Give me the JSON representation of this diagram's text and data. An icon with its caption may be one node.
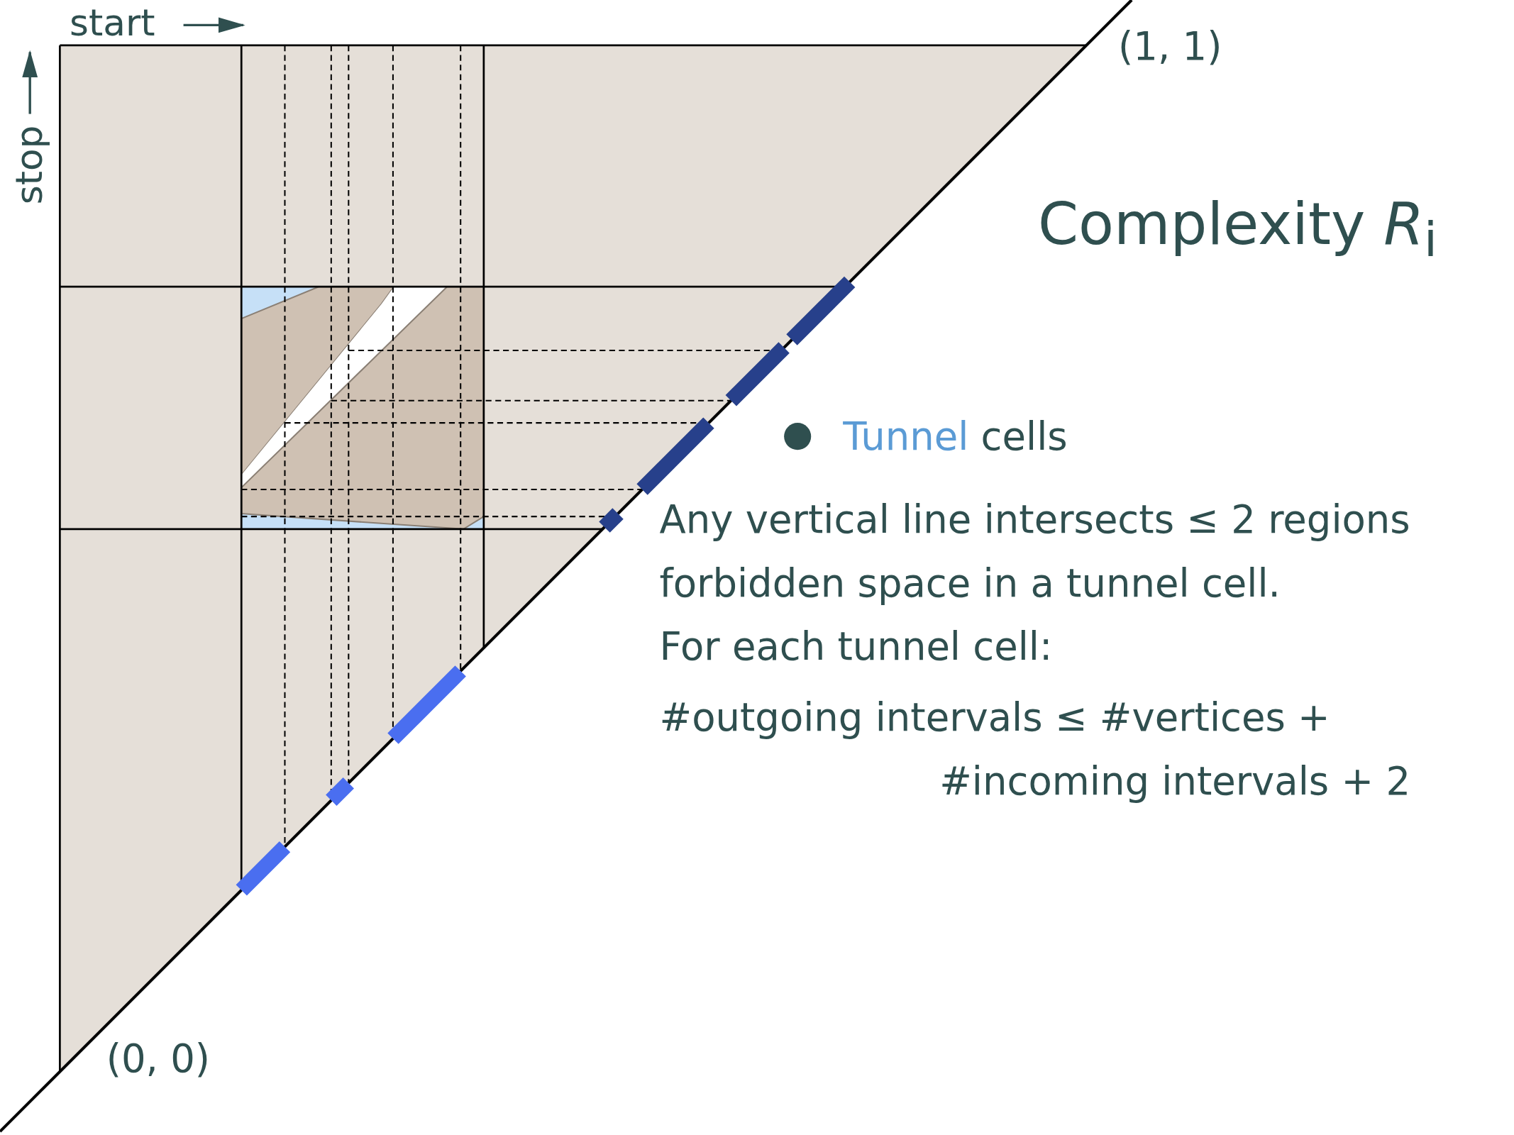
{
  "diagram": {
    "title": "Complexity *R*$_{i}$",
    "labels": [
      "start",
      "stop",
      "(1, 1)",
      "(0, 0)",
      "Tunnel cells",
      "Any vertical line intersects ≤ 2 regions forbidden space in a tunnel cell.",
      "For each tunnel cell:",
      "#outgoing intervals ≤ #vertices + #incoming intervals + 2"
    ]
  }
}
